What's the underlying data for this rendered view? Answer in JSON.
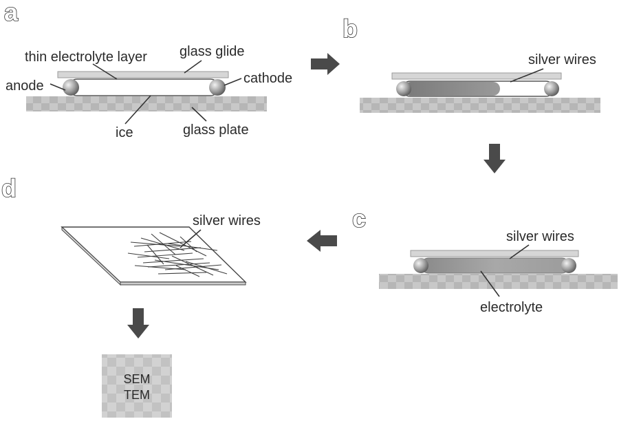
{
  "panels": {
    "a": {
      "letter": "a",
      "labels": {
        "thin_electrolyte_layer": "thin electrolyte layer",
        "glass_glide": "glass glide",
        "anode": "anode",
        "cathode": "cathode",
        "ice": "ice",
        "glass_plate": "glass plate"
      }
    },
    "b": {
      "letter": "b",
      "labels": {
        "silver_wires": "silver wires"
      }
    },
    "c": {
      "letter": "c",
      "labels": {
        "silver_wires": "silver wires",
        "electrolyte": "electrolyte"
      }
    },
    "d": {
      "letter": "d",
      "labels": {
        "silver_wires": "silver wires"
      }
    }
  },
  "output_box": {
    "line1": "SEM",
    "line2": "TEM"
  },
  "colors": {
    "arrow": "#4a4a4a",
    "glass_plate_light": "#c8c8c8",
    "glass_plate_dark": "#b4b4b4",
    "glass_glide": "#d6d6d6",
    "electrode": "#9a9a9a",
    "output_box": "#cfcfcf"
  },
  "icons": [
    "arrow-right-icon",
    "arrow-down-icon",
    "arrow-left-icon",
    "silver-electrode-icon"
  ]
}
